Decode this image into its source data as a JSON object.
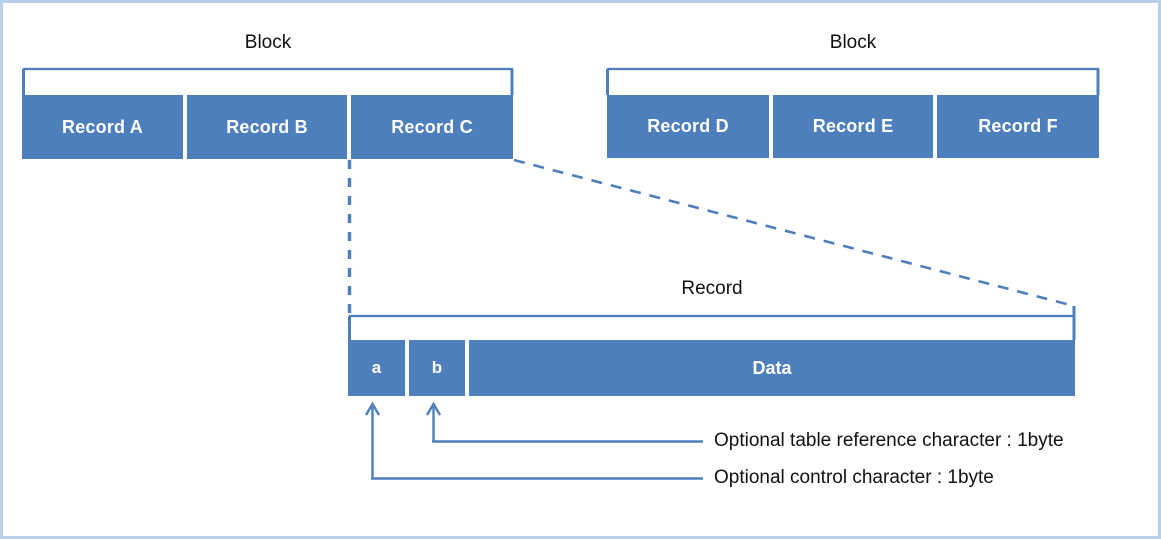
{
  "diagram": {
    "title_blocks": [
      "Block",
      "Block"
    ],
    "record_caption": "Record",
    "blocks": [
      {
        "label": "Block",
        "records": [
          "Record A",
          "Record B",
          "Record C"
        ]
      },
      {
        "label": "Block",
        "records": [
          "Record D",
          "Record E",
          "Record F"
        ]
      }
    ],
    "record_detail": {
      "caption": "Record",
      "fields": [
        {
          "label": "a",
          "kind": "control-character"
        },
        {
          "label": "b",
          "kind": "table-reference-character"
        },
        {
          "label": "Data",
          "kind": "payload"
        }
      ]
    },
    "annotations": [
      "Optional table reference character : 1byte",
      "Optional control character : 1byte"
    ],
    "colors": {
      "box_fill": "#4e7fbd",
      "line": "#4e7fbd",
      "frame": "#b9cfe7",
      "box_text": "#ffffff",
      "caption_text": "#111111"
    }
  }
}
